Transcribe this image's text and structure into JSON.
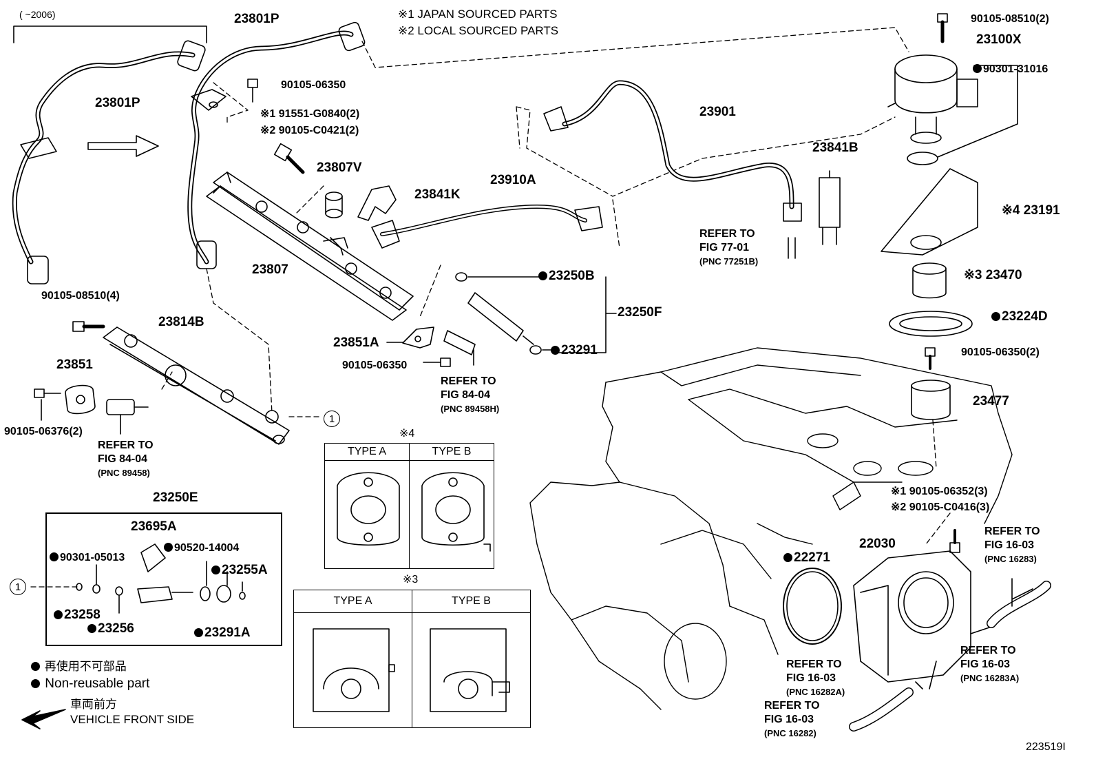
{
  "notes": {
    "year_range": "(      ~2006)",
    "japan_sourced": "※1 JAPAN SOURCED PARTS",
    "local_sourced": "※2 LOCAL SOURCED PARTS",
    "diagram_id": "223519I"
  },
  "legend": {
    "nonreusable_jp": "再使用不可部品",
    "nonreusable_en": "Non-reusable part",
    "front_jp": "車両前方",
    "front_en": "VEHICLE FRONT SIDE"
  },
  "callout_mark": "1",
  "parts": {
    "p23801P_a": "23801P",
    "p23801P_b": "23801P",
    "p90105_06350_a": "90105-06350",
    "p91551": "※1  91551-G0840(2)",
    "p90105_C0421": "※2  90105-C0421(2)",
    "p23807V": "23807V",
    "p23807": "23807",
    "p23841K": "23841K",
    "p23910A": "23910A",
    "p23901": "23901",
    "p23841B": "23841B",
    "p90105_08510_2": "90105-08510(2)",
    "p23100X": "23100X",
    "p90301_31016": "90301-31016",
    "p23191": "※4  23191",
    "p23470": "※3  23470",
    "p23224D": "23224D",
    "p90105_06350_2": "90105-06350(2)",
    "p23477": "23477",
    "p90105_08510_4": "90105-08510(4)",
    "p23814B": "23814B",
    "p23851": "23851",
    "p90105_06376": "90105-06376(2)",
    "p23250B": "23250B",
    "p23250F": "23250F",
    "p23291": "23291",
    "p23851A": "23851A",
    "p90105_06350_b": "90105-06350",
    "p90105_06352": "※1  90105-06352(3)",
    "p90105_C0416": "※2  90105-C0416(3)",
    "p22271": "22271",
    "p22030": "22030",
    "p23250E": "23250E",
    "p23695A": "23695A",
    "p90301_05013": "90301-05013",
    "p90520_14004": "90520-14004",
    "p23255A": "23255A",
    "p23258": "23258",
    "p23256": "23256",
    "p23291A": "23291A"
  },
  "refs": {
    "r77_01": {
      "line1": "REFER TO",
      "line2": "FIG 77-01",
      "pnc": "(PNC 77251B)"
    },
    "r84_04_a": {
      "line1": "REFER TO",
      "line2": "FIG 84-04",
      "pnc": "(PNC 89458H)"
    },
    "r84_04_b": {
      "line1": "REFER TO",
      "line2": "FIG 84-04",
      "pnc": "(PNC 89458)"
    },
    "r16_03_a": {
      "line1": "REFER TO",
      "line2": "FIG 16-03",
      "pnc": "(PNC 16283)"
    },
    "r16_03_b": {
      "line1": "REFER TO",
      "line2": "FIG 16-03",
      "pnc": "(PNC 16283A)"
    },
    "r16_03_c": {
      "line1": "REFER TO",
      "line2": "FIG 16-03",
      "pnc": "(PNC 16282A)"
    },
    "r16_03_d": {
      "line1": "REFER TO",
      "line2": "FIG 16-03",
      "pnc": "(PNC 16282)"
    }
  },
  "type_tables": {
    "t4": {
      "mark": "※4",
      "type_a": "TYPE A",
      "type_b": "TYPE B"
    },
    "t3": {
      "mark": "※3",
      "type_a": "TYPE A",
      "type_b": "TYPE B"
    }
  }
}
